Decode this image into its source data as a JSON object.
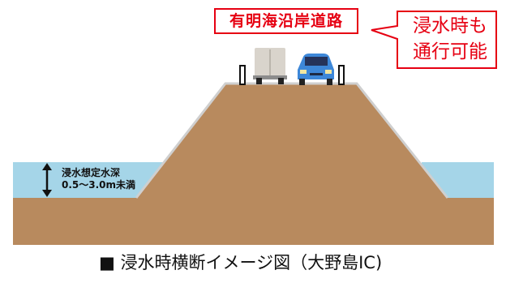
{
  "road_label": "有明海沿岸道路",
  "callout": {
    "line1": "浸水時も",
    "line2": "通行可能"
  },
  "flood_depth": {
    "line1": "浸水想定水深",
    "line2": "0.5～3.0m未満"
  },
  "caption": "■ 浸水時横断イメージ図（大野島IC)",
  "colors": {
    "ground": "#b88a5e",
    "water": "#a5d5e8",
    "embankment_edge": "#cfcfcf",
    "accent_red": "#e60012",
    "car": "#3d87d8",
    "truck": "#d9d4cc"
  }
}
